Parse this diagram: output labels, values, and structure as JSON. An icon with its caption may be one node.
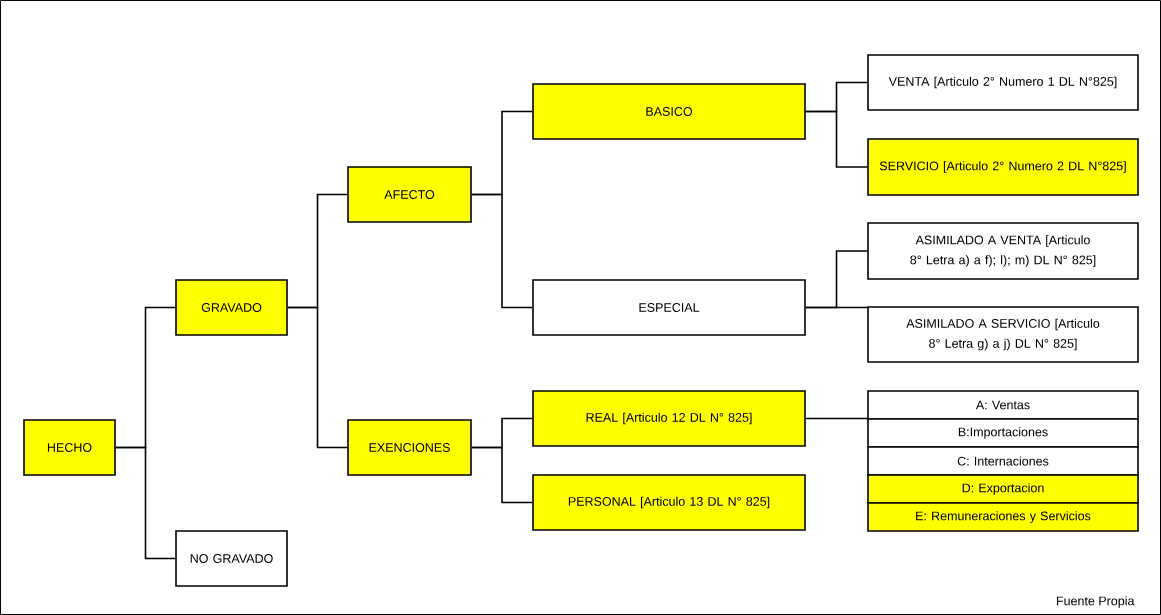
{
  "diagram": {
    "nodes": [
      {
        "text": [
          "HECHO"
        ]
      },
      {
        "text": [
          "GRAVADO"
        ]
      },
      {
        "text": [
          "NO GRAVADO"
        ]
      },
      {
        "text": [
          "AFECTO"
        ]
      },
      {
        "text": [
          "EXENCIONES"
        ]
      },
      {
        "text": [
          "BASICO"
        ]
      },
      {
        "text": [
          "ESPECIAL"
        ]
      },
      {
        "text": [
          "REAL [Articulo 12 DL N° 825]"
        ]
      },
      {
        "text": [
          "PERSONAL  [Articulo 13 DL N° 825]"
        ]
      },
      {
        "text": [
          "VENTA [Articulo 2° Numero 1 DL N°825]"
        ]
      },
      {
        "text": [
          "SERVICIO [Articulo 2° Numero 2 DL N°825]"
        ]
      },
      {
        "text": [
          "ASIMILADO A VENTA [Articulo 8° Letra a) a f); l); m) DL N° 825]"
        ]
      },
      {
        "text": [
          "ASIMILADO A SERVICIO [Articulo 8° Letra g) a j) DL N° 825]"
        ]
      },
      {
        "text": [
          "A: Ventas"
        ]
      },
      {
        "text": [
          "B:Importaciones"
        ]
      },
      {
        "text": [
          "C: Internaciones"
        ]
      },
      {
        "text": [
          "D: Exportacion"
        ]
      },
      {
        "text": [
          "E: Remuneraciones y Servicios"
        ]
      }
    ],
    "edges": [
      {
        "from": 0,
        "to": 1,
        "arrow": "none"
      },
      {
        "from": 0,
        "to": 2,
        "arrow": "none"
      },
      {
        "from": 1,
        "to": 3,
        "arrow": "none"
      },
      {
        "from": 1,
        "to": 4,
        "arrow": "none"
      },
      {
        "from": 3,
        "to": 5,
        "arrow": "none"
      },
      {
        "from": 3,
        "to": 6,
        "arrow": "none"
      },
      {
        "from": 4,
        "to": 7,
        "arrow": "none"
      },
      {
        "from": 4,
        "to": 8,
        "arrow": "none"
      },
      {
        "from": 5,
        "to": 9,
        "arrow": "none"
      },
      {
        "from": 5,
        "to": 10,
        "arrow": "none"
      },
      {
        "from": 6,
        "to": 11,
        "arrow": "none"
      },
      {
        "from": 6,
        "to": 12,
        "arrow": "none"
      },
      {
        "from": 7,
        "to": 13,
        "arrow": "none"
      }
    ],
    "labels": [
      "Fuente Propia"
    ]
  }
}
